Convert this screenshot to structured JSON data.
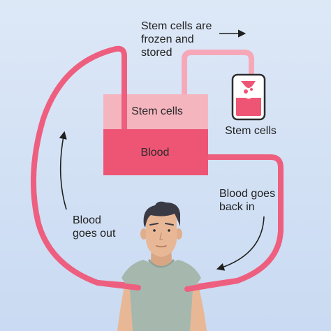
{
  "diagram": {
    "machine": {
      "top_label": "Stem cells",
      "bottom_label": "Blood"
    },
    "bag_label": "Stem cells",
    "notes": {
      "frozen": [
        "Stem cells are",
        "frozen and",
        "stored"
      ],
      "blood_out": [
        "Blood",
        "goes out"
      ],
      "blood_in": [
        "Blood goes",
        "back in"
      ]
    },
    "colors": {
      "tube": "#ee5f7f",
      "tube_light": "#f7a8b8",
      "machine_top": "#f5b5bf",
      "machine_bottom": "#ee5575",
      "background": "#d3e1f5",
      "shirt": "#a6b8ad",
      "skin": "#e8b896",
      "hair": "#3a3a45"
    }
  }
}
